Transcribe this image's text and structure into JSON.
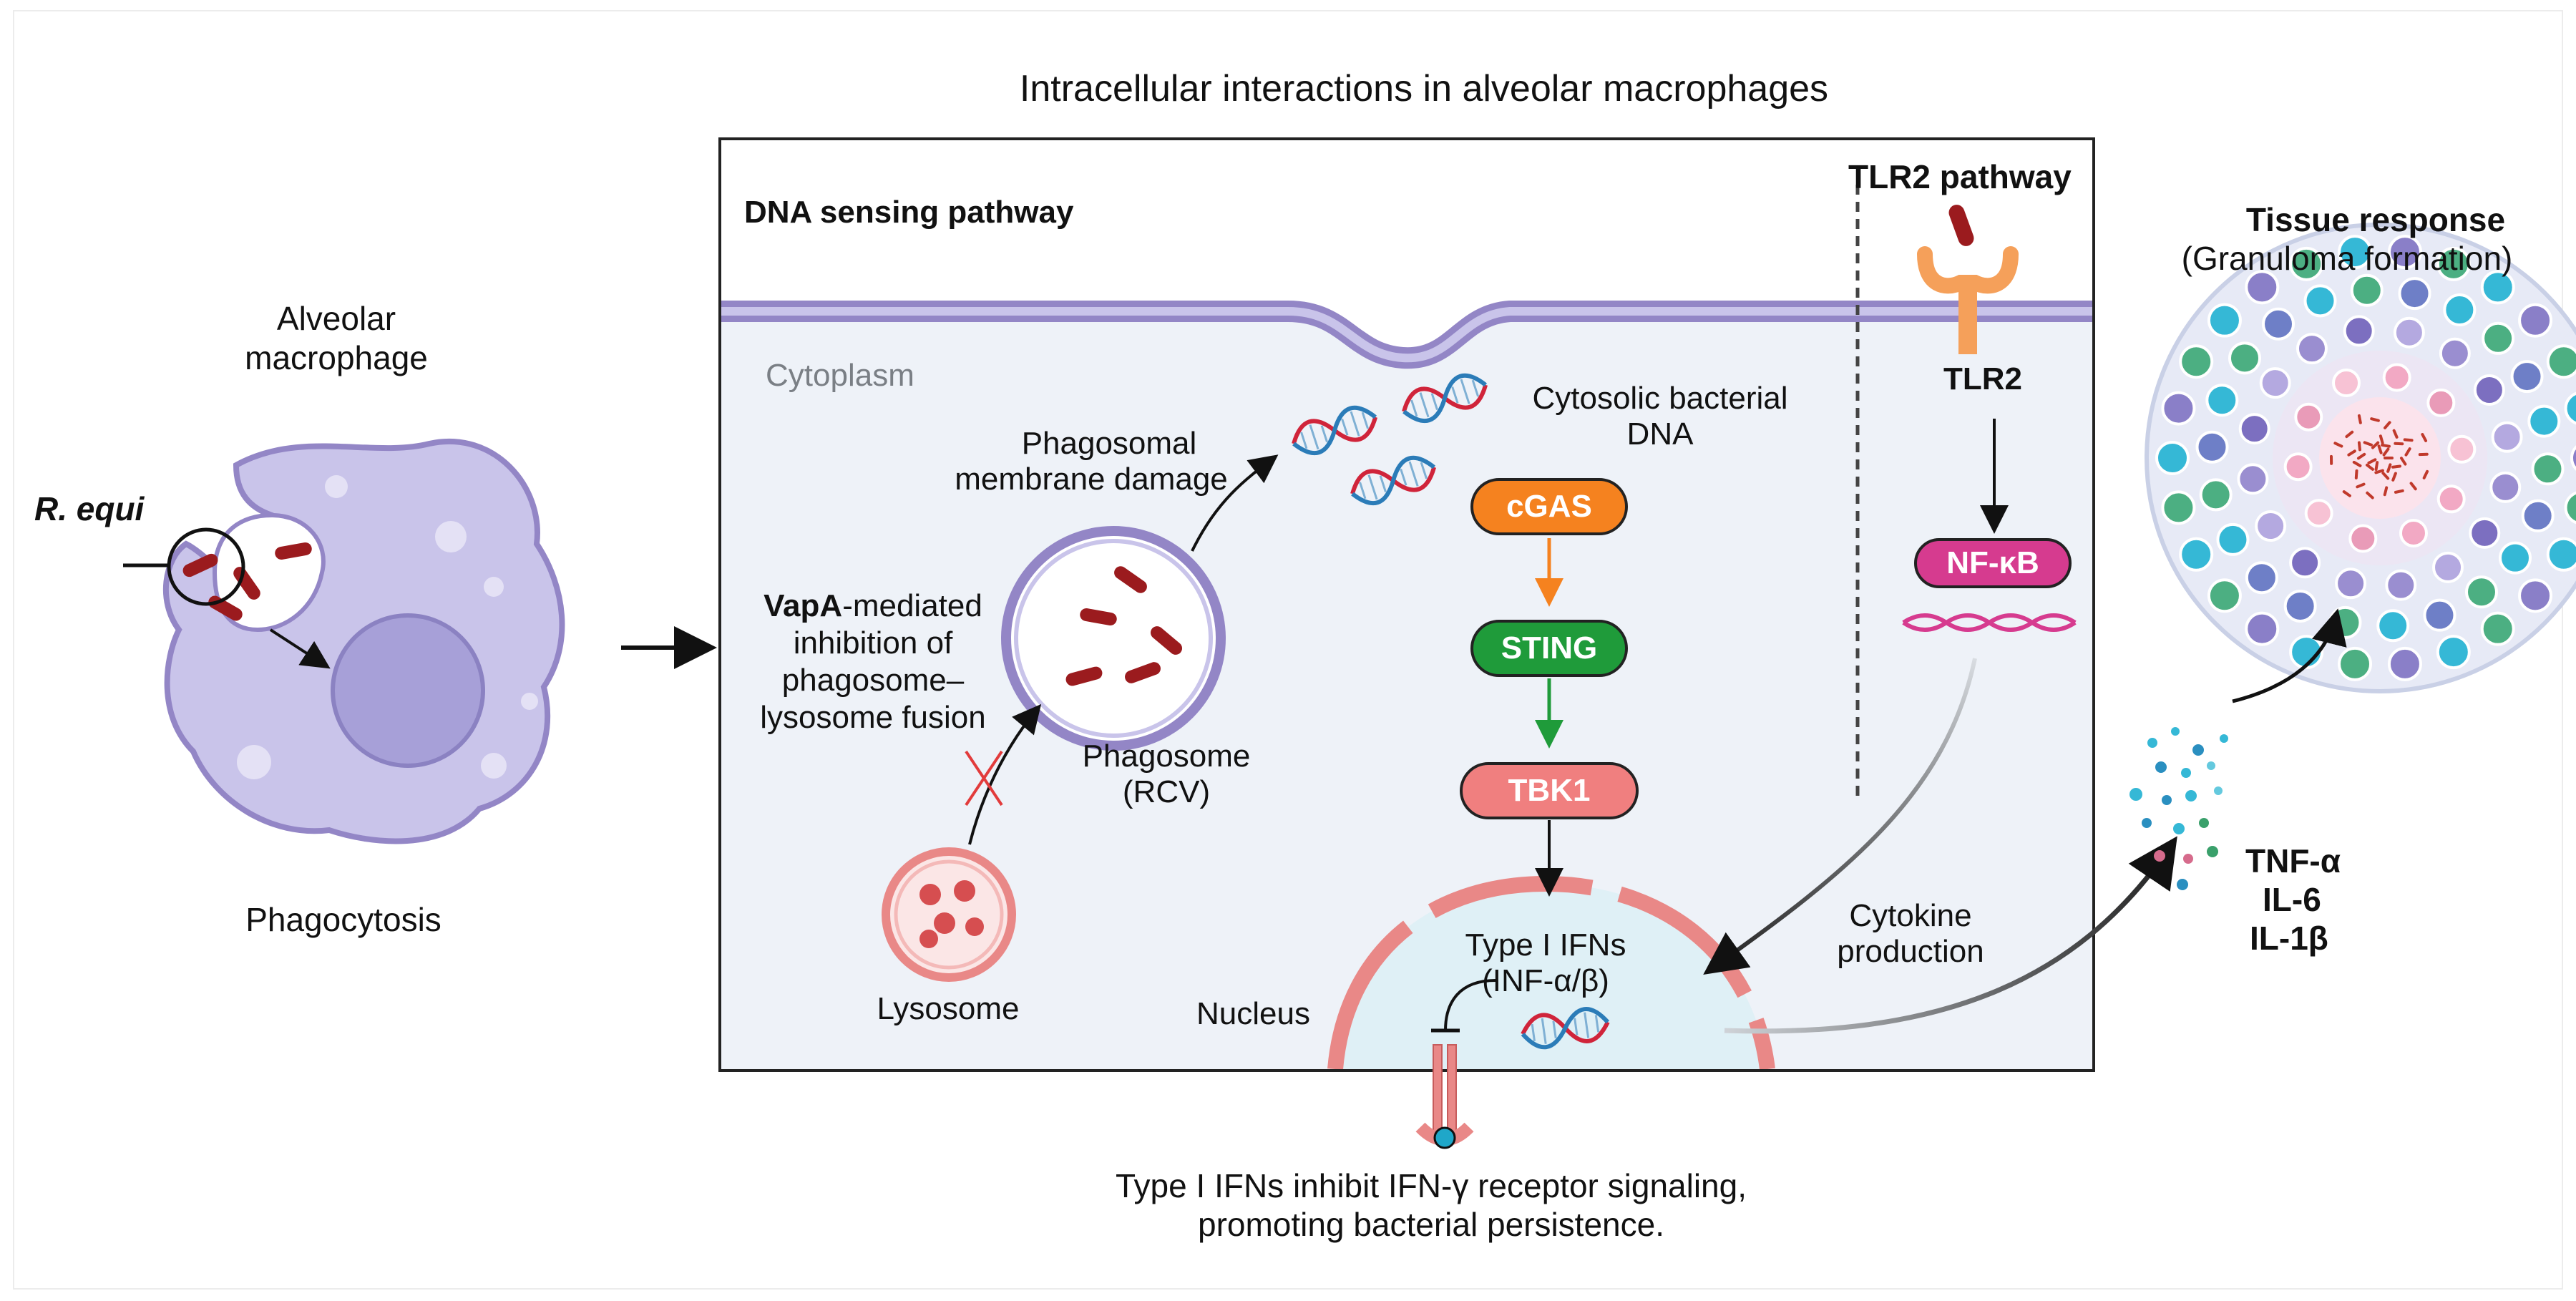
{
  "title": "Intracellular interactions in alveolar macrophages",
  "left": {
    "cell_label_line1": "Alveolar",
    "cell_label_line2": "macrophage",
    "bacterium_label": "R. equi",
    "process_label": "Phagocytosis"
  },
  "panel": {
    "dna_heading": "DNA sensing pathway",
    "tlr2_heading": "TLR2 pathway",
    "cytoplasm": "Cytoplasm",
    "damage_line1": "Phagosomal",
    "damage_line2": "membrane damage",
    "cyto_dna_line1": "Cytosolic bacterial",
    "cyto_dna_line2": "DNA",
    "vapa_bold": "VapA",
    "vapa_rest": "-mediated",
    "vapa_line2": "inhibition of",
    "vapa_line3": "phagosome–",
    "vapa_line4": "lysosome fusion",
    "phagosome_line1": "Phagosome",
    "phagosome_line2": "(RCV)",
    "lysosome": "Lysosome",
    "nucleus": "Nucleus",
    "ifn_line1": "Type I IFNs",
    "ifn_line2": "(INF-α/β)",
    "tlr2_receptor": "TLR2",
    "cytokine_line1": "Cytokine",
    "cytokine_line2": "production",
    "pathway_nodes": [
      {
        "label": "cGAS",
        "color": "#f5821f"
      },
      {
        "label": "STING",
        "color": "#1f9b3a"
      },
      {
        "label": "TBK1",
        "color": "#f07f7f"
      },
      {
        "label": "NF-κB",
        "color": "#d63b8f"
      }
    ]
  },
  "bottom": {
    "line1": "Type I IFNs inhibit IFN-γ receptor signaling,",
    "line2": "promoting bacterial persistence."
  },
  "right": {
    "heading": "Tissue response",
    "subheading": "(Granuloma formation)",
    "cytokines": [
      "TNF-α",
      "IL-6",
      "IL-1β"
    ]
  },
  "colors": {
    "macrophage": "#c9c4ea",
    "membrane": "#9386c6",
    "cytoplasm": "#eef2f8",
    "bacterium": "#9b1b1e",
    "lysosome": "#e98887",
    "nucleus": "#dff0f6",
    "tlr2": "#f5a05a"
  }
}
